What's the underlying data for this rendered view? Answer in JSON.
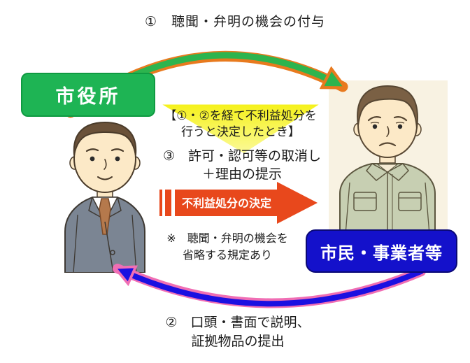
{
  "flow": {
    "step1_label": "①　聴聞・弁明の機会の付与",
    "condition_line1": "【①・②を経て不利益処分を",
    "condition_line2": "行うと決定したとき】",
    "step3_line1": "③　許可・認可等の取消し",
    "step3_line2": "＋理由の提示",
    "decision_arrow_label": "不利益処分の決定",
    "note_line1": "※　聴聞・弁明の機会を",
    "note_line2": "省略する規定あり",
    "step2_line1": "②　口頭・書面で説明、",
    "step2_line2": "証拠物品の提出"
  },
  "entities": {
    "city_hall_label": "市役所",
    "citizens_label": "市民・事業者等"
  },
  "colors": {
    "city_hall_box": "#1eb454",
    "city_hall_border": "#0f9a41",
    "citizens_box": "#1411cb",
    "citizens_border": "#0a0875",
    "decision_arrow": "#e8481c",
    "condition_highlight": "#f5f118",
    "top_arc_fill": "#2db44e",
    "top_arc_outline": "#e87a1e",
    "bottom_arc_fill": "#1b10e1",
    "bottom_arc_outline": "#f06eb4"
  },
  "icons": {
    "left_illustration": "city-official-man-in-suit",
    "right_illustration": "worried-citizen-in-work-uniform"
  }
}
